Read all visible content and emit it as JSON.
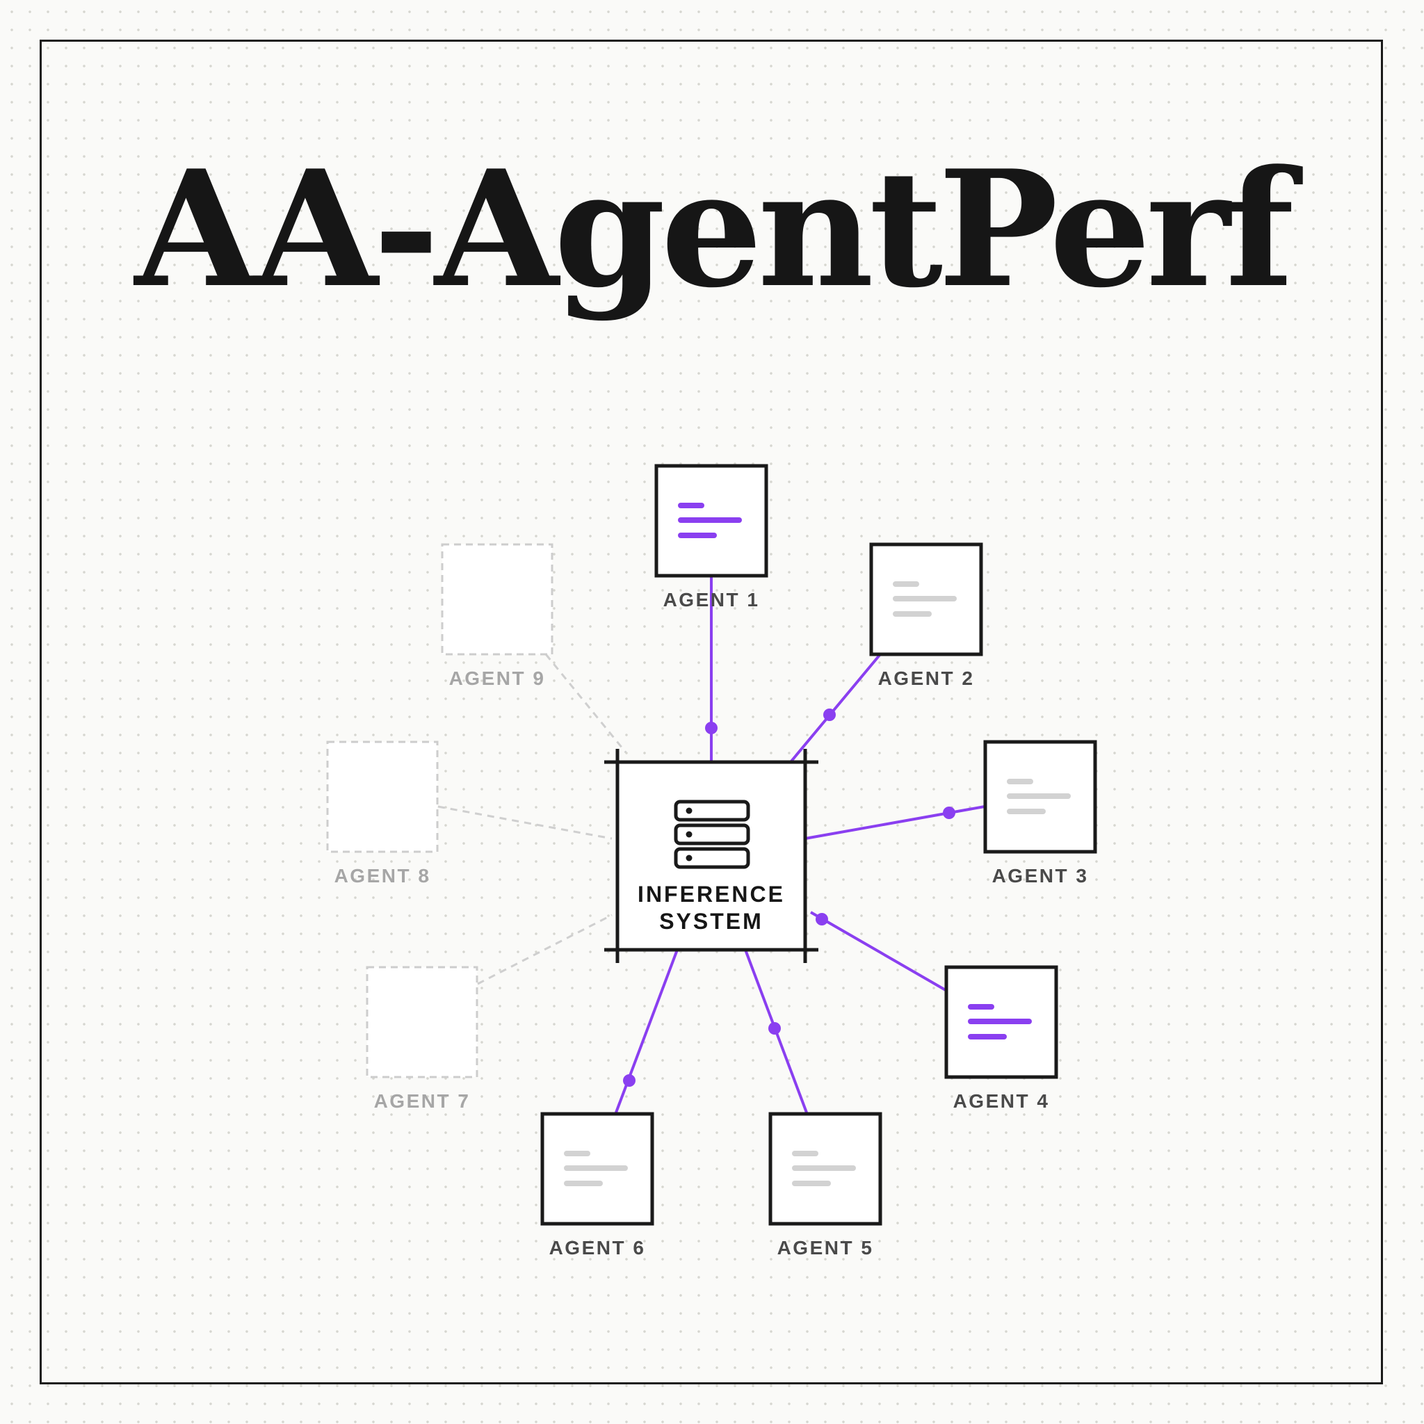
{
  "title": "AA-AgentPerf",
  "colors": {
    "accent": "#8a3ff0",
    "active_label": "#4a4a4a",
    "inactive_label": "#a6a6a6",
    "idle_bars": "#d2d2d2",
    "border": "#1a1a1a"
  },
  "hub": {
    "label_line1": "INFERENCE",
    "label_line2": "SYSTEM",
    "icon": "server-stack-icon"
  },
  "agents": [
    {
      "id": 1,
      "label": "AGENT 1",
      "state": "active",
      "highlighted": true
    },
    {
      "id": 2,
      "label": "AGENT 2",
      "state": "active",
      "highlighted": false
    },
    {
      "id": 3,
      "label": "AGENT 3",
      "state": "active",
      "highlighted": false
    },
    {
      "id": 4,
      "label": "AGENT 4",
      "state": "active",
      "highlighted": true
    },
    {
      "id": 5,
      "label": "AGENT 5",
      "state": "active",
      "highlighted": false
    },
    {
      "id": 6,
      "label": "AGENT 6",
      "state": "active",
      "highlighted": false
    },
    {
      "id": 7,
      "label": "AGENT 7",
      "state": "inactive",
      "highlighted": false
    },
    {
      "id": 8,
      "label": "AGENT 8",
      "state": "inactive",
      "highlighted": false
    },
    {
      "id": 9,
      "label": "AGENT 9",
      "state": "inactive",
      "highlighted": false
    }
  ]
}
